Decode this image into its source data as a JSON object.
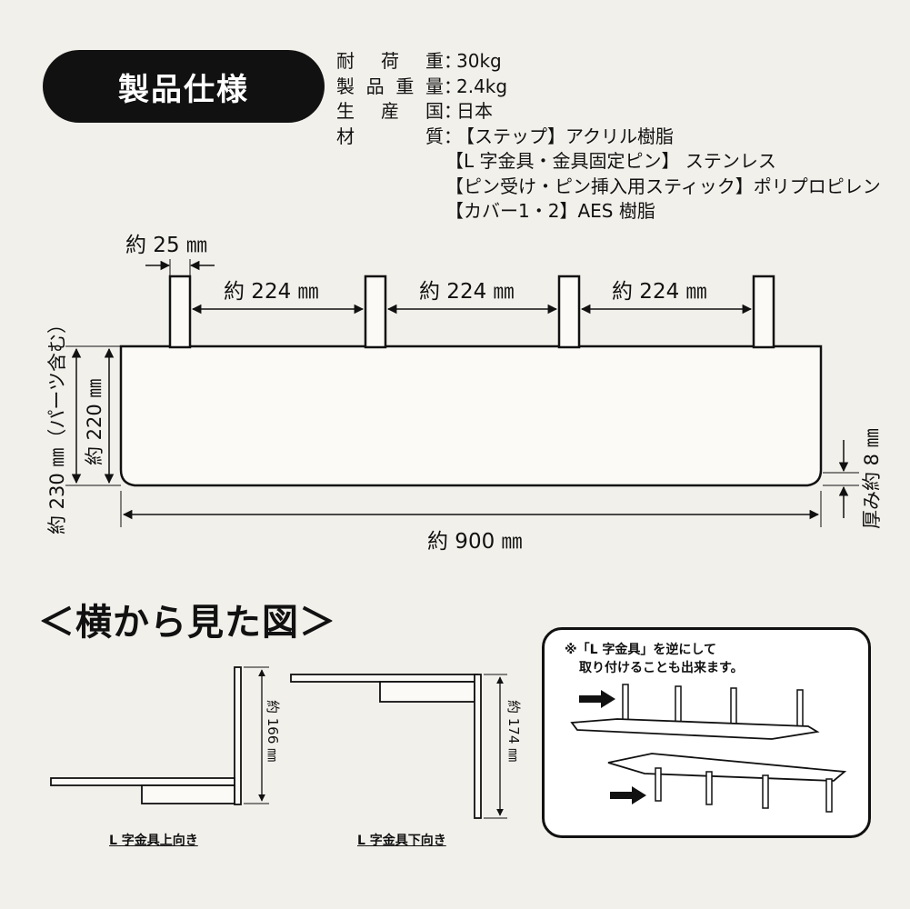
{
  "header": {
    "title": "製品仕様"
  },
  "spec": {
    "rows": [
      {
        "label": "耐荷重",
        "value": "30kg"
      },
      {
        "label": "製品重量",
        "value": "2.4kg"
      },
      {
        "label": "生産国",
        "value": "日本"
      },
      {
        "label": "材質",
        "value": "【ステップ】アクリル樹脂"
      }
    ],
    "material_lines": [
      "【L 字金具・金具固定ピン】 ステンレス",
      "【ピン受け・ピン挿入用スティック】ポリプロピレン",
      "【カバー1・2】AES 樹脂"
    ],
    "separator": "："
  },
  "front_view": {
    "pin_width": "約 25 ㎜",
    "spacing": [
      "約 224 ㎜",
      "約 224 ㎜",
      "約 224 ㎜"
    ],
    "height_total": "約 230 ㎜（パーツ含む）",
    "height_shelf": "約 220 ㎜",
    "thickness": "厚み約 8 ㎜",
    "width": "約 900 ㎜"
  },
  "side_view": {
    "title": "＜横から見た図＞",
    "up_height": "約 166 ㎜",
    "up_caption": "L 字金具上向き",
    "down_height": "約 174 ㎜",
    "down_caption": "L 字金具下向き"
  },
  "note": {
    "line1": "※「L 字金具」を逆にして",
    "line2": "取り付けることも出来ます。"
  }
}
